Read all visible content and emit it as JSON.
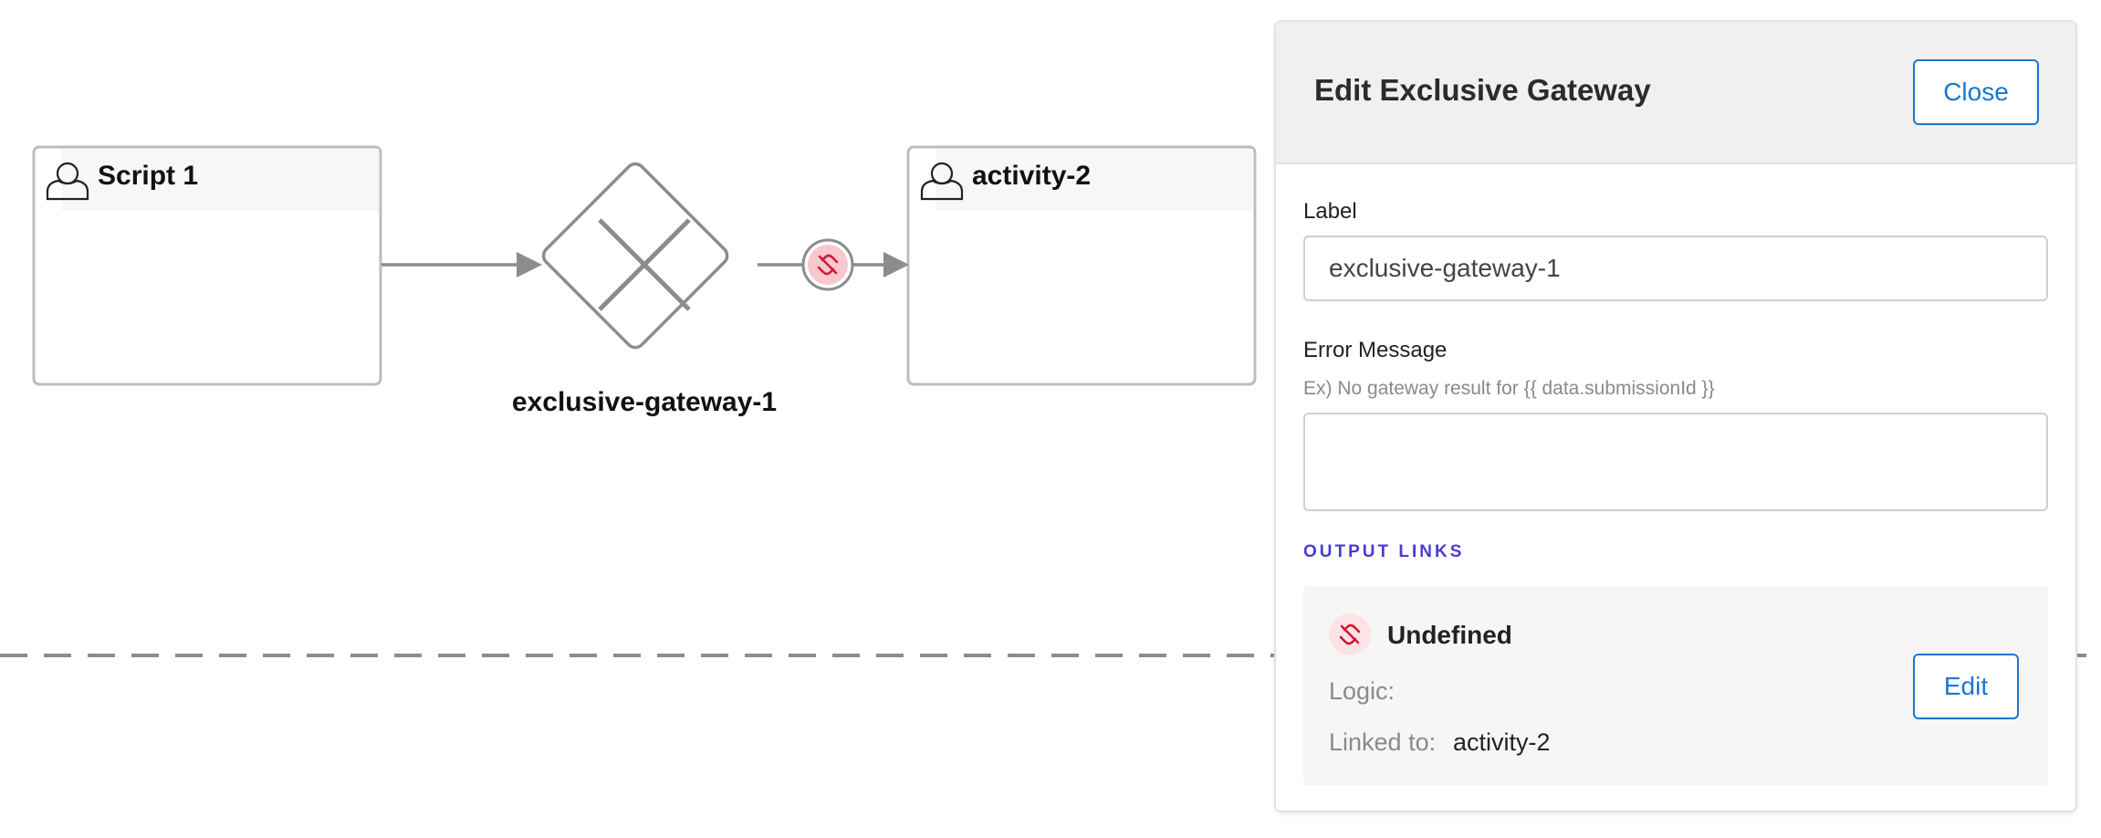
{
  "diagram": {
    "nodes": [
      {
        "id": "script-1",
        "title": "Script 1",
        "icon": "user-icon"
      },
      {
        "id": "activity-2",
        "title": "activity-2",
        "icon": "user-icon"
      }
    ],
    "gateway": {
      "label": "exclusive-gateway-1",
      "icon": "close-x-icon"
    },
    "broken_link_icon": "broken-link-icon",
    "colors": {
      "edge": "#8c8c8c",
      "node_border": "#bdbdbd",
      "broken_link_bg": "#f9c8cf",
      "broken_link_fg": "#d01a32"
    }
  },
  "panel": {
    "title": "Edit Exclusive Gateway",
    "close_label": "Close",
    "label_field": {
      "label": "Label",
      "value": "exclusive-gateway-1"
    },
    "error_field": {
      "label": "Error Message",
      "hint": "Ex) No gateway result for {{ data.submissionId }}",
      "value": ""
    },
    "output_links_heading": "OUTPUT LINKS",
    "output_links": [
      {
        "name": "Undefined",
        "icon": "broken-link-icon",
        "logic_label": "Logic:",
        "logic_value": "",
        "linked_to_label": "Linked to:",
        "linked_to_value": "activity-2",
        "edit_label": "Edit"
      }
    ],
    "colors": {
      "accent": "#1976d2",
      "heading": "#4a3bd4"
    }
  }
}
